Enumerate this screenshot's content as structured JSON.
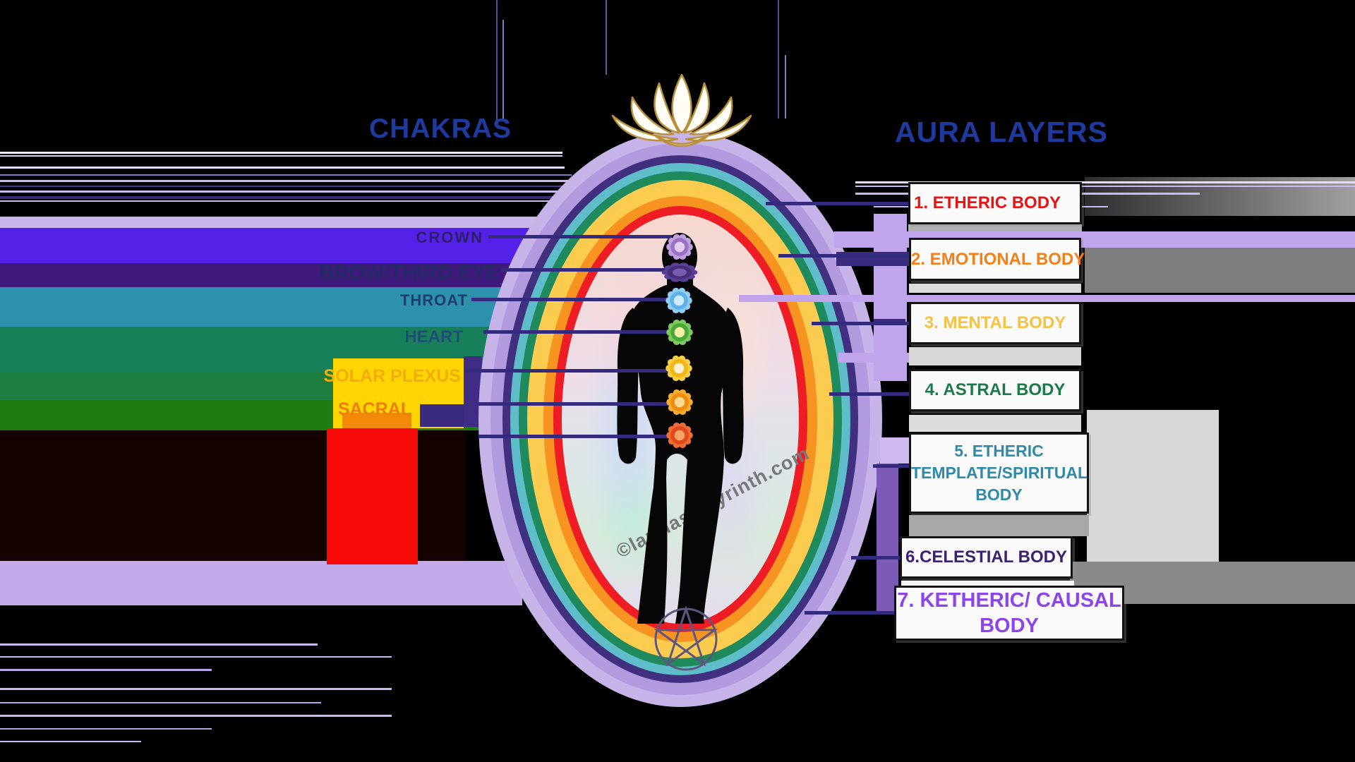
{
  "titles": {
    "chakras": "CHAKRAS",
    "aura": "AURA LAYERS",
    "color": "#1e3a9e"
  },
  "watermark": {
    "text": "©larinaslabyrinth.com",
    "color": "#76767c"
  },
  "chakra_labels": {
    "crown": {
      "label": "CROWN",
      "color": "#2a2169"
    },
    "brow": {
      "label": "BROW/THIRD EYE",
      "color": "#232a66"
    },
    "throat": {
      "label": "THROAT",
      "color": "#1d3f70"
    },
    "heart": {
      "label": "HEART",
      "color": "#204e78"
    },
    "solar": {
      "label": "SOLAR PLEXUS",
      "color": "#f2ae0a"
    },
    "sacral": {
      "label": "SACRAL",
      "color": "#f07d10"
    }
  },
  "aura_boxes": {
    "b1": {
      "text": "1. ETHERIC BODY",
      "color": "#e81414"
    },
    "b2": {
      "text": "2. EMOTIONAL BODY",
      "color": "#f57f17"
    },
    "b3": {
      "text": "3. MENTAL BODY",
      "color": "#f5c242"
    },
    "b4": {
      "text": "4. ASTRAL BODY",
      "color": "#1b7a4a"
    },
    "b5": {
      "text": "5. ETHERIC TEMPLATE/SPIRITUAL BODY",
      "color": "#2e8aa8"
    },
    "b6": {
      "text": "6.CELESTIAL BODY",
      "color": "#3b2170"
    },
    "b7": {
      "text": "7. KETHERIC/ CAUSAL BODY",
      "color": "#8b45e8"
    }
  },
  "icons": [
    "lotus-icon",
    "pentagram-icon",
    "crown-chakra-icon",
    "third-eye-chakra-icon",
    "throat-chakra-icon",
    "heart-chakra-icon",
    "solar-plexus-chakra-icon",
    "sacral-chakra-icon",
    "root-chakra-icon"
  ],
  "aura_ring_colors": [
    "#c6b4e9",
    "#b29ade",
    "#41307f",
    "#5fbcc9",
    "#1f8a5e",
    "#fbcc4f",
    "#f79421",
    "#ee1c25"
  ]
}
